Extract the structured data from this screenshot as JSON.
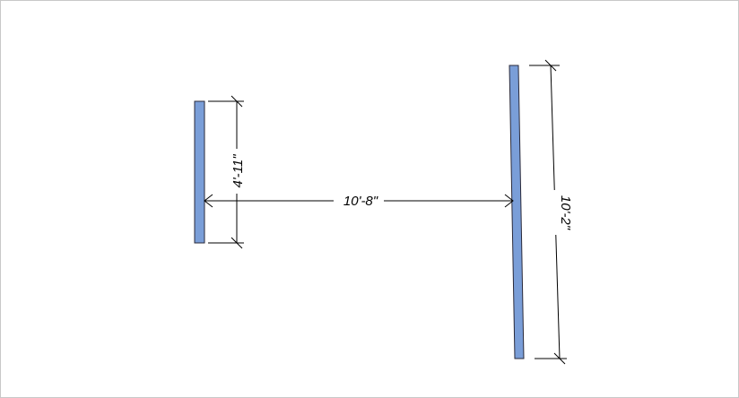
{
  "diagram": {
    "wall_color": "#7a9ed8",
    "wall_stroke": "#2a2a3a",
    "dimensions": {
      "left_wall_height": "4'-11\"",
      "wall_spacing": "10'-8\"",
      "right_wall_height": "10'-2\""
    }
  }
}
